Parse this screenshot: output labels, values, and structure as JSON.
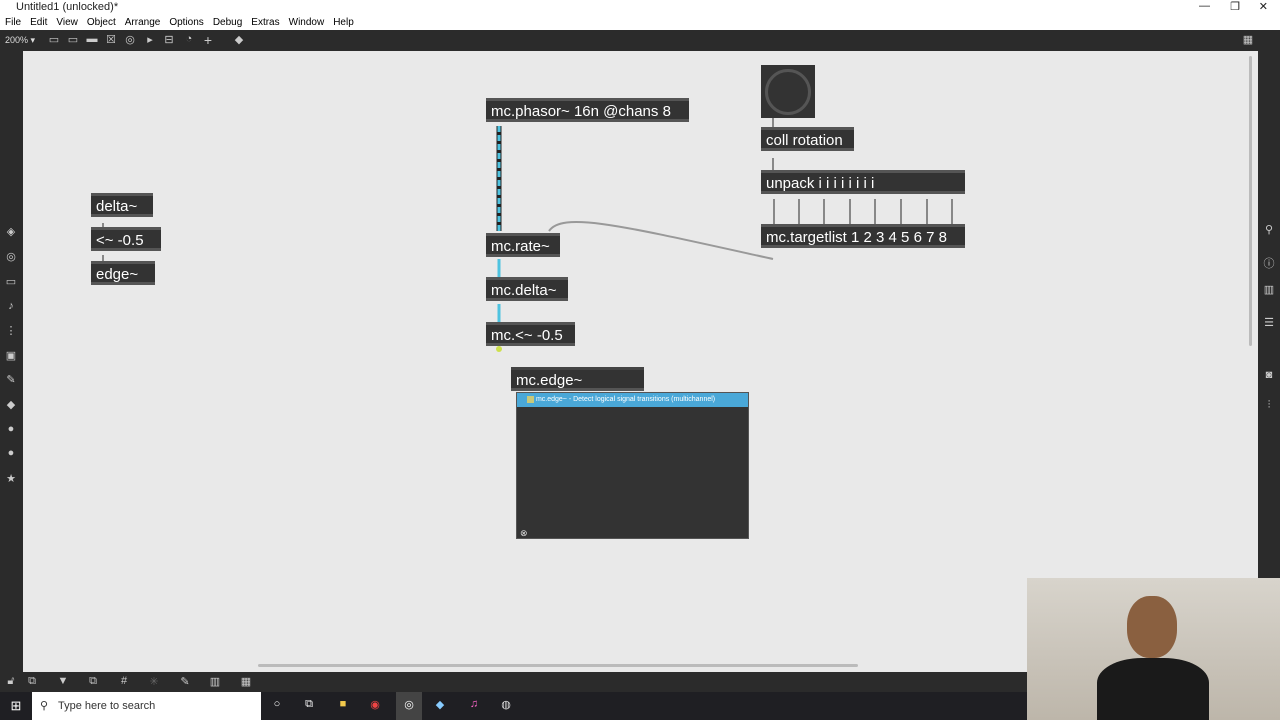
{
  "window": {
    "title": "Untitled1 (unlocked)*"
  },
  "menu": [
    "File",
    "Edit",
    "View",
    "Object",
    "Arrange",
    "Options",
    "Debug",
    "Extras",
    "Window",
    "Help"
  ],
  "toolbar": {
    "zoom": "200% ▾"
  },
  "objects": {
    "phasor": "mc.phasor~ 16n @chans 8",
    "coll": "coll rotation",
    "unpack": "unpack i i i i i i i i",
    "targetlist": "mc.targetlist 1 2 3 4 5 6 7 8",
    "rate": "mc.rate~",
    "delta": "mc.delta~",
    "lt": "mc.<~ -0.5",
    "edge_editing": "mc.edge~",
    "delta2": "delta~",
    "lt2": "<~ -0.5",
    "edge2": "edge~"
  },
  "autocomplete": {
    "item": "mc.edge~",
    "description": " - Detect logical signal transitions (multichannel)"
  },
  "taskbar": {
    "search_placeholder": "Type here to search"
  },
  "colors": {
    "accent": "#4aa8d8",
    "object_bg": "#333333",
    "canvas": "#e9e9e9"
  }
}
